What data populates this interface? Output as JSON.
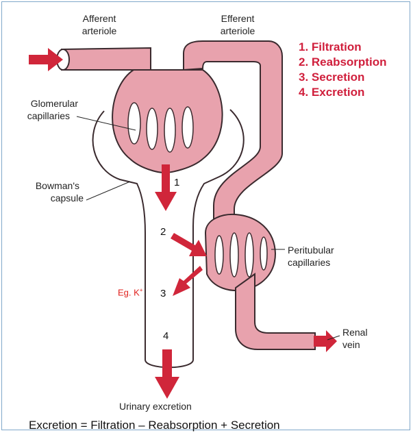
{
  "labels": {
    "afferent_1": "Afferent",
    "afferent_2": "arteriole",
    "efferent_1": "Efferent",
    "efferent_2": "arteriole",
    "glomerular_1": "Glomerular",
    "glomerular_2": "capillaries",
    "bowmans_1": "Bowman's",
    "bowmans_2": "capsule",
    "peritubular_1": "Peritubular",
    "peritubular_2": "capillaries",
    "renal_1": "Renal",
    "renal_2": "vein",
    "urinary": "Urinary excretion"
  },
  "legend": [
    "1. Filtration",
    "2. Reabsorption",
    "3. Secretion",
    "4. Excretion"
  ],
  "numbers": [
    "1",
    "2",
    "3",
    "4"
  ],
  "example": {
    "text": "Eg. K",
    "sup": "+"
  },
  "equation": "Excretion = Filtration – Reabsorption + Secretion",
  "colors": {
    "vessel": "#e8a2ad",
    "vessel_stroke": "#3a2a2e",
    "arrow": "#d0263a",
    "legend": "#d01f3c"
  }
}
